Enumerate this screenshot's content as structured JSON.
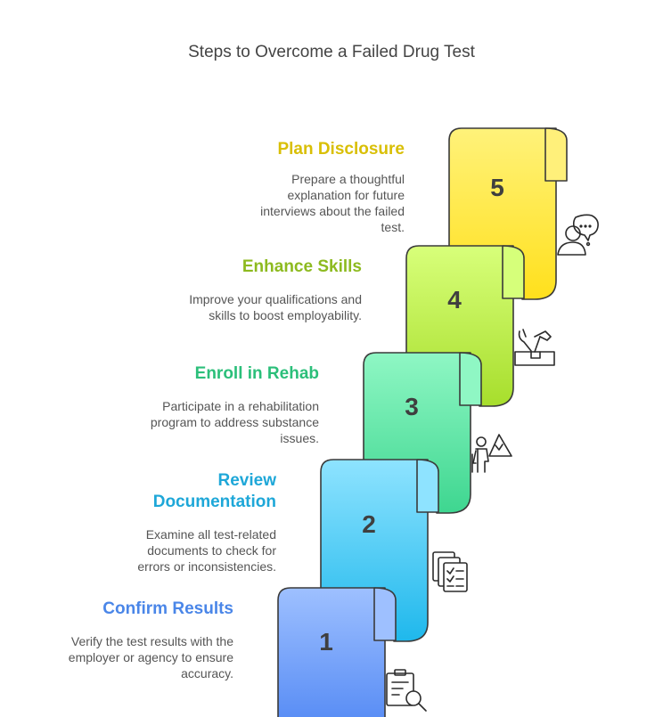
{
  "title": "Steps to Overcome a Failed Drug Test",
  "steps": [
    {
      "number": "1",
      "title": "Confirm Results",
      "description": "Verify the test results with the employer or agency to ensure accuracy.",
      "color": "#4A86E8",
      "icon": "clipboard-search-icon"
    },
    {
      "number": "2",
      "title": "Review Documentation",
      "description": "Examine all test-related documents to check for errors or inconsistencies.",
      "color": "#1EA7D8",
      "icon": "documents-checklist-icon"
    },
    {
      "number": "3",
      "title": "Enroll in Rehab",
      "description": "Participate in a rehabilitation program to address substance issues.",
      "color": "#2BBF7A",
      "icon": "hiker-mountain-icon"
    },
    {
      "number": "4",
      "title": "Enhance Skills",
      "description": "Improve your qualifications and skills to boost employability.",
      "color": "#8DBA1F",
      "icon": "toolbox-icon"
    },
    {
      "number": "5",
      "title": "Plan Disclosure",
      "description": "Prepare a thoughtful explanation for future interviews about the failed test.",
      "color": "#D9BF05",
      "icon": "person-speech-icon"
    }
  ]
}
